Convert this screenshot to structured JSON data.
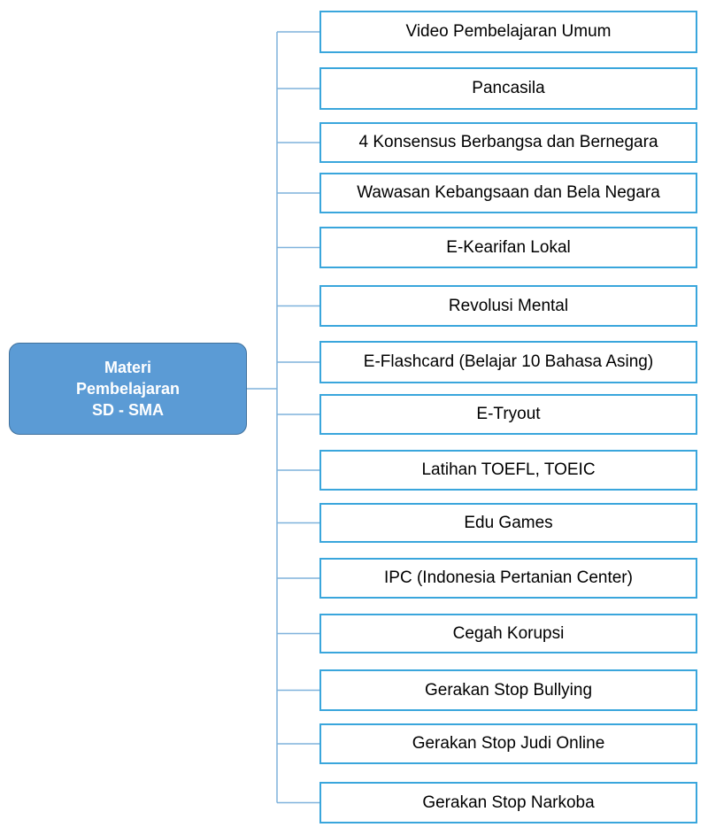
{
  "root": {
    "lines": [
      "Materi",
      "Pembelajaran",
      "SD - SMA"
    ]
  },
  "items": [
    "Video Pembelajaran Umum",
    "Pancasila",
    "4 Konsensus Berbangsa dan Bernegara",
    "Wawasan Kebangsaan dan Bela Negara",
    "E-Kearifan Lokal",
    "Revolusi Mental",
    "E-Flashcard (Belajar 10 Bahasa Asing)",
    "E-Tryout",
    "Latihan TOEFL, TOEIC",
    "Edu Games",
    "IPC (Indonesia Pertanian Center)",
    "Cegah Korupsi",
    "Gerakan Stop Bullying",
    "Gerakan Stop Judi Online",
    "Gerakan Stop Narkoba"
  ],
  "colors": {
    "root_fill": "#5b9bd5",
    "root_border": "#41719c",
    "box_border": "#3aa6dc",
    "connector": "#7fb2dc"
  }
}
